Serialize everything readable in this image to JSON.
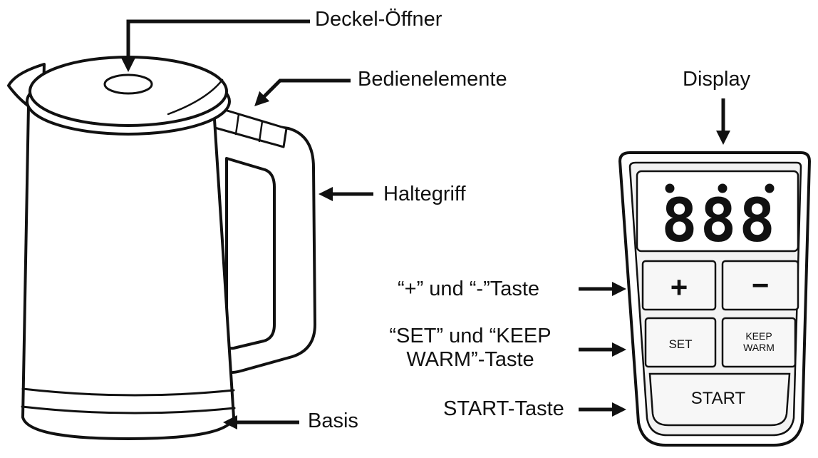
{
  "labels": {
    "lid_opener": "Deckel-Öffner",
    "controls": "Bedienelemente",
    "handle": "Haltegriff",
    "base": "Basis",
    "display": "Display",
    "plus_minus_key": "“+” und “-”Taste",
    "set_keepwarm_key": "“SET” und “KEEP WARM”-Taste",
    "start_key": "START-Taste"
  },
  "panel": {
    "display_digits": "888",
    "plus": "+",
    "minus": "−",
    "set": "SET",
    "keep": "KEEP",
    "warm": "WARM",
    "start": "START"
  },
  "colors": {
    "line": "#111111",
    "fill": "#ffffff",
    "panel_fill": "#f2f2f2"
  }
}
